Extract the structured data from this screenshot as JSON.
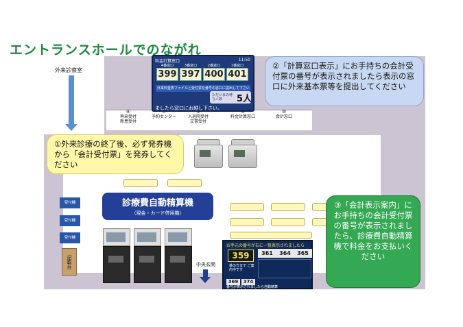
{
  "title": "エントランスホールでのながれ",
  "outpatient_label": "外来診察室",
  "central_entrance": "中央玄関",
  "windows": [
    {
      "mark": "⑥",
      "line1": "再来受付",
      "line2": "新患受付"
    },
    {
      "mark": "⑦",
      "line1": "予約センター",
      "line2": ""
    },
    {
      "mark": "⑧",
      "line1": "入退院受付",
      "line2": "文書受付"
    },
    {
      "mark": "⑨",
      "line1": "料金計算窓口",
      "line2": ""
    },
    {
      "mark": "⑩",
      "line1": "会計窓口",
      "line2": ""
    }
  ],
  "monitor1": {
    "header": "料金計算窓口",
    "time": "11:50",
    "windows": [
      {
        "label": "4番窓口",
        "number": "399"
      },
      {
        "label": "3番窓口",
        "number": "397"
      },
      {
        "label": "2番窓口",
        "number": "400"
      },
      {
        "label": "1番窓口",
        "number": "401"
      }
    ],
    "info": "外来料金表ファイルと受付票を番号の窓口に提出して下さい",
    "wait_label": "ただいまの待ち人数",
    "wait_count": "5人",
    "footer": "ましたら窓口にお越し下さい。"
  },
  "callouts": {
    "c1": "①外来診療の終了後、必ず発券機から「会計受付票」を発券してください",
    "c2": "②「計算窓口表示」にお手持ちの会計受付票の番号が表示されましたら表示の窓口に外来基本票等を提出してください",
    "c3": "③「会計表示案内」にお手持ちの会計受付票の番号が表示されましたら、診療費自動精算機で料金をお支払いください"
  },
  "booths": [
    "受付機",
    "受付機",
    "受付機"
  ],
  "kisaidai": "記載台",
  "payment_machine": {
    "title": "診療費自動精算機",
    "subtitle": "（現金・カード併用機）"
  },
  "monitor2": {
    "header": "お手元の番号が右に一覧表示されましたら",
    "main_number": "359",
    "cells": [
      "361",
      "364",
      "365"
    ],
    "note": "番の方まで ご案内中です",
    "small_cells": [
      "369",
      "374"
    ],
    "footer": "番号が表示されましたら自動精算"
  },
  "colors": {
    "title": "#1a8a3a",
    "floor": "#ccc4d2",
    "callout1": "#fff8a8",
    "callout2": "#c8d8f2",
    "callout3": "#34a853",
    "payment_label": "#233f98"
  }
}
